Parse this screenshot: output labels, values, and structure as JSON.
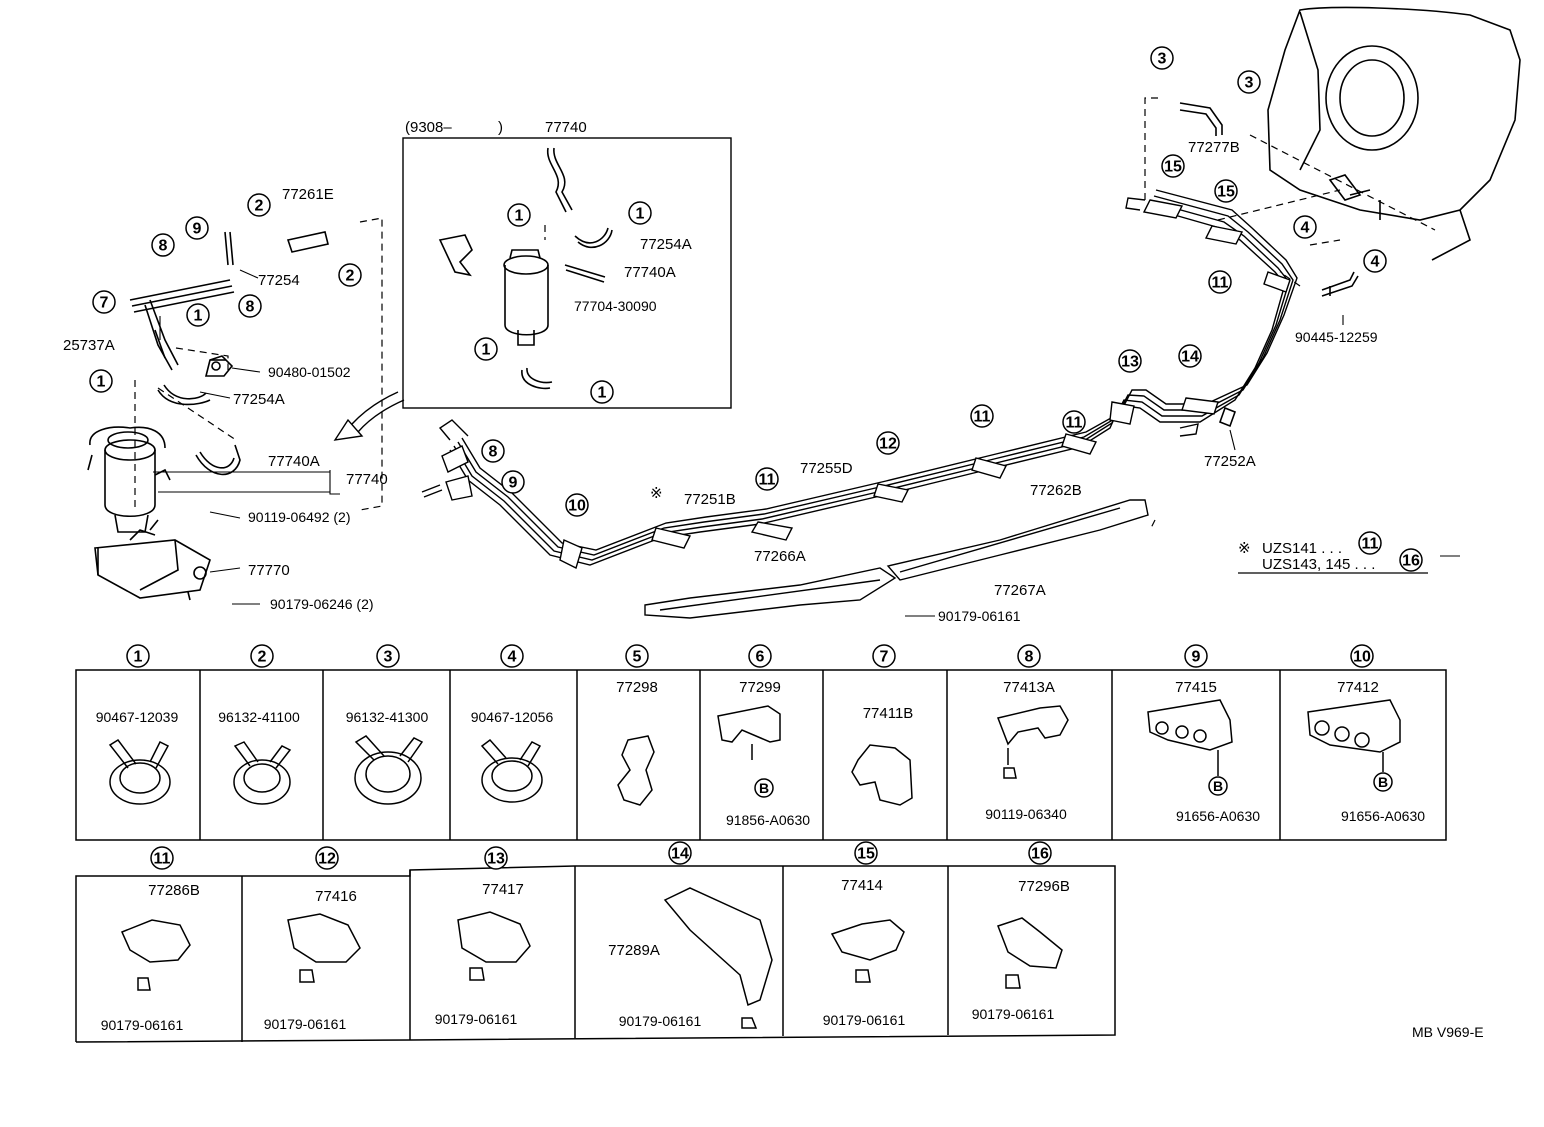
{
  "diagram_id": "MB V969-E",
  "inset_header": {
    "range": "(9308–",
    "close": ")",
    "part": "77740"
  },
  "labels": {
    "p77261E": "77261E",
    "p77254": "77254",
    "p25737A": "25737A",
    "p90480": "90480-01502",
    "p77254A_left": "77254A",
    "p77740A_left": "77740A",
    "p77740_left": "77740",
    "p90119_06492": "90119-06492 (2)",
    "p77770": "77770",
    "p90179_06246": "90179-06246 (2)",
    "p77254A_inset": "77254A",
    "p77740A_inset": "77740A",
    "p77704": "77704-30090",
    "p77251B": "77251B",
    "p77255D": "77255D",
    "p77262B": "77262B",
    "p77252A": "77252A",
    "p77266A": "77266A",
    "p77267A": "77267A",
    "p90179_06161_main": "90179-06161",
    "p77277B": "77277B",
    "p90445": "90445-12259"
  },
  "note": {
    "mark": "※",
    "line1": "UZS141 . . .",
    "line2": "UZS143, 145 . . .",
    "line1_ref": "11",
    "line2_ref": "16"
  },
  "callouts": [
    "1",
    "2",
    "3",
    "4",
    "5",
    "6",
    "7",
    "8",
    "9",
    "10",
    "11",
    "12",
    "13",
    "14",
    "15",
    "16"
  ],
  "legend_row1": [
    {
      "num": "1",
      "part": "90467-12039",
      "sub": ""
    },
    {
      "num": "2",
      "part": "96132-41100",
      "sub": ""
    },
    {
      "num": "3",
      "part": "96132-41300",
      "sub": ""
    },
    {
      "num": "4",
      "part": "90467-12056",
      "sub": ""
    },
    {
      "num": "5",
      "part": "77298",
      "sub": ""
    },
    {
      "num": "6",
      "part": "77299",
      "sub": "91856-A0630",
      "b": "B"
    },
    {
      "num": "7",
      "part": "77411B",
      "sub": ""
    },
    {
      "num": "8",
      "part": "77413A",
      "sub": "90119-06340"
    },
    {
      "num": "9",
      "part": "77415",
      "sub": "91656-A0630",
      "b": "B"
    },
    {
      "num": "10",
      "part": "77412",
      "sub": "91656-A0630",
      "b": "B"
    }
  ],
  "legend_row2": [
    {
      "num": "11",
      "part": "77286B",
      "sub": "90179-06161"
    },
    {
      "num": "12",
      "part": "77416",
      "sub": "90179-06161"
    },
    {
      "num": "13",
      "part": "77417",
      "sub": "90179-06161"
    },
    {
      "num": "14",
      "part": "77289A",
      "sub": "90179-06161"
    },
    {
      "num": "15",
      "part": "77414",
      "sub": "90179-06161"
    },
    {
      "num": "16",
      "part": "77296B",
      "sub": "90179-06161"
    }
  ]
}
